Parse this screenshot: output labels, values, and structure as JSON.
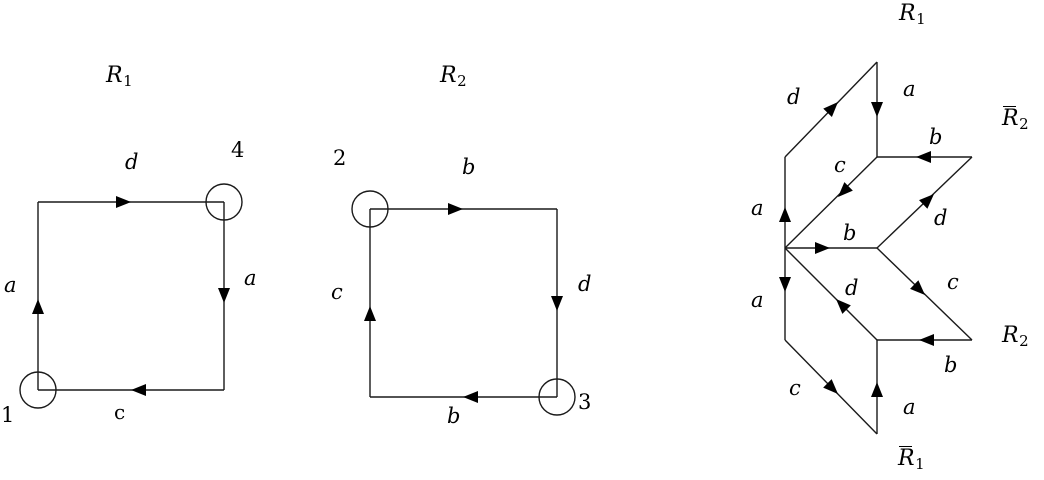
{
  "figure": {
    "title": "Three labelled directed square/parallelogram complexes",
    "background_color": "#ffffff",
    "stroke_color": "#1a1a1a"
  },
  "panels": [
    {
      "id": "panel-r1",
      "region_label": "R",
      "region_subscript": "1",
      "region_overbar": false,
      "nodes": [
        {
          "name": "node-1",
          "label": "1",
          "marked": true
        },
        {
          "name": "node-4",
          "label": "4",
          "marked": true
        }
      ],
      "edges": [
        {
          "name": "edge-top",
          "label": "d",
          "direction": "right"
        },
        {
          "name": "edge-right",
          "label": "a",
          "direction": "down"
        },
        {
          "name": "edge-bottom",
          "label": "c",
          "direction": "left"
        },
        {
          "name": "edge-left",
          "label": "a",
          "direction": "up"
        }
      ]
    },
    {
      "id": "panel-r2",
      "region_label": "R",
      "region_subscript": "2",
      "region_overbar": false,
      "nodes": [
        {
          "name": "node-2",
          "label": "2",
          "marked": true
        },
        {
          "name": "node-3",
          "label": "3",
          "marked": true
        }
      ],
      "edges": [
        {
          "name": "edge-top",
          "label": "b",
          "direction": "right"
        },
        {
          "name": "edge-right",
          "label": "d",
          "direction": "down"
        },
        {
          "name": "edge-bottom",
          "label": "b",
          "direction": "left"
        },
        {
          "name": "edge-left",
          "label": "c",
          "direction": "up"
        }
      ]
    },
    {
      "id": "panel-complex",
      "region_corner_labels": [
        {
          "name": "region-top",
          "label": "R",
          "subscript": "1",
          "overbar": false
        },
        {
          "name": "region-upper-right",
          "label": "R",
          "subscript": "2",
          "overbar": true
        },
        {
          "name": "region-lower-right",
          "label": "R",
          "subscript": "2",
          "overbar": false
        },
        {
          "name": "region-bottom",
          "label": "R",
          "subscript": "1",
          "overbar": true
        }
      ],
      "edges": [
        {
          "name": "edge-upper-left-d",
          "label": "d",
          "direction": "up-right"
        },
        {
          "name": "edge-top-a",
          "label": "a",
          "direction": "down"
        },
        {
          "name": "edge-upper-b",
          "label": "b",
          "direction": "left"
        },
        {
          "name": "edge-upper-c",
          "label": "c",
          "direction": "down-left"
        },
        {
          "name": "edge-upper-a",
          "label": "a",
          "direction": "up"
        },
        {
          "name": "edge-middle-b",
          "label": "b",
          "direction": "right"
        },
        {
          "name": "edge-upper-right-d",
          "label": "d",
          "direction": "up-right"
        },
        {
          "name": "edge-lower-right-c",
          "label": "c",
          "direction": "down-right"
        },
        {
          "name": "edge-lower-b",
          "label": "b",
          "direction": "left"
        },
        {
          "name": "edge-lower-d",
          "label": "d",
          "direction": "up-left"
        },
        {
          "name": "edge-lower-a",
          "label": "a",
          "direction": "down"
        },
        {
          "name": "edge-bottom-c",
          "label": "c",
          "direction": "down-right"
        },
        {
          "name": "edge-bottom-a",
          "label": "a",
          "direction": "up"
        }
      ]
    }
  ],
  "labels": {
    "r1_title": "R",
    "r1_title_sub": "1",
    "r2_title": "R",
    "r2_title_sub": "2",
    "p1_top": "d",
    "p1_right": "a",
    "p1_bottom": "c",
    "p1_left": "a",
    "p1_node1": "1",
    "p1_node4": "4",
    "p2_top": "b",
    "p2_right": "d",
    "p2_bottom": "b",
    "p2_left": "c",
    "p2_node2": "2",
    "p2_node3": "3",
    "c_top_region": "R",
    "c_top_region_sub": "1",
    "c_ur_region": "R",
    "c_ur_region_sub": "2",
    "c_lr_region": "R",
    "c_lr_region_sub": "2",
    "c_bottom_region": "R",
    "c_bottom_region_sub": "1",
    "c_d1": "d",
    "c_a1": "a",
    "c_b1": "b",
    "c_c1": "c",
    "c_a2": "a",
    "c_b2": "b",
    "c_d2": "d",
    "c_a3": "a",
    "c_d3": "d",
    "c_c2": "c",
    "c_b3": "b",
    "c_c3": "c",
    "c_a4": "a"
  }
}
